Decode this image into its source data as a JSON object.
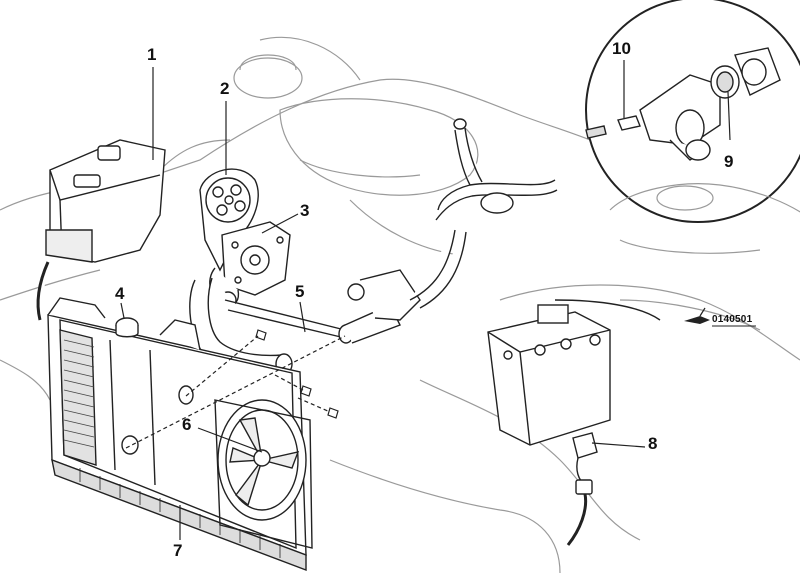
{
  "diagram": {
    "callouts": [
      {
        "id": "1",
        "label": "1"
      },
      {
        "id": "2",
        "label": "2"
      },
      {
        "id": "3",
        "label": "3"
      },
      {
        "id": "4",
        "label": "4"
      },
      {
        "id": "5",
        "label": "5"
      },
      {
        "id": "6",
        "label": "6"
      },
      {
        "id": "7",
        "label": "7"
      },
      {
        "id": "8",
        "label": "8"
      },
      {
        "id": "9",
        "label": "9"
      },
      {
        "id": "10",
        "label": "10"
      }
    ],
    "figure_code": "0140501",
    "colors": {
      "line": "#222222",
      "ghost": "#888888",
      "fill": "#ffffff",
      "shade": "#e6e6e6"
    }
  }
}
